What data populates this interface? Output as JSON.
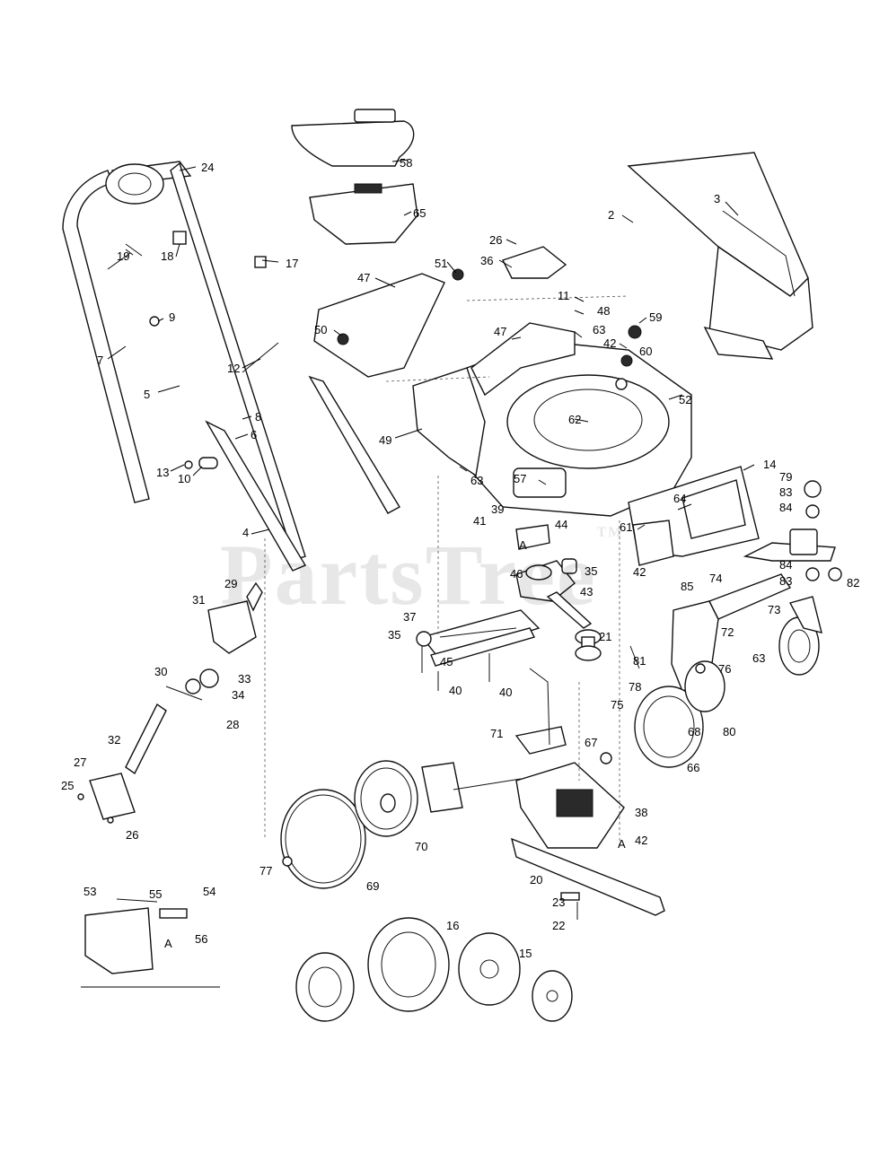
{
  "watermark": {
    "text": "PartsTree",
    "mark": "TM"
  },
  "callouts": [
    {
      "id": "c2",
      "text": "2"
    },
    {
      "id": "c3",
      "text": "3"
    },
    {
      "id": "c4",
      "text": "4"
    },
    {
      "id": "c5",
      "text": "5"
    },
    {
      "id": "c6",
      "text": "6"
    },
    {
      "id": "c7",
      "text": "7"
    },
    {
      "id": "c8",
      "text": "8"
    },
    {
      "id": "c9",
      "text": "9"
    },
    {
      "id": "c10",
      "text": "10"
    },
    {
      "id": "c11",
      "text": "11"
    },
    {
      "id": "c12",
      "text": "12"
    },
    {
      "id": "c13",
      "text": "13"
    },
    {
      "id": "c14",
      "text": "14"
    },
    {
      "id": "c15",
      "text": "15"
    },
    {
      "id": "c16",
      "text": "16"
    },
    {
      "id": "c17",
      "text": "17"
    },
    {
      "id": "c18",
      "text": "18"
    },
    {
      "id": "c19",
      "text": "19"
    },
    {
      "id": "c20",
      "text": "20"
    },
    {
      "id": "c21",
      "text": "21"
    },
    {
      "id": "c22",
      "text": "22"
    },
    {
      "id": "c23",
      "text": "23"
    },
    {
      "id": "c24",
      "text": "24"
    },
    {
      "id": "c25",
      "text": "25"
    },
    {
      "id": "c26a",
      "text": "26"
    },
    {
      "id": "c26b",
      "text": "26"
    },
    {
      "id": "c27",
      "text": "27"
    },
    {
      "id": "c28",
      "text": "28"
    },
    {
      "id": "c29",
      "text": "29"
    },
    {
      "id": "c30",
      "text": "30"
    },
    {
      "id": "c31",
      "text": "31"
    },
    {
      "id": "c32",
      "text": "32"
    },
    {
      "id": "c33",
      "text": "33"
    },
    {
      "id": "c34",
      "text": "34"
    },
    {
      "id": "c35a",
      "text": "35"
    },
    {
      "id": "c35b",
      "text": "35"
    },
    {
      "id": "c36",
      "text": "36"
    },
    {
      "id": "c37",
      "text": "37"
    },
    {
      "id": "c38",
      "text": "38"
    },
    {
      "id": "c39",
      "text": "39"
    },
    {
      "id": "c40a",
      "text": "40"
    },
    {
      "id": "c40b",
      "text": "40"
    },
    {
      "id": "c41",
      "text": "41"
    },
    {
      "id": "c42a",
      "text": "42"
    },
    {
      "id": "c42b",
      "text": "42"
    },
    {
      "id": "c42c",
      "text": "42"
    },
    {
      "id": "c43",
      "text": "43"
    },
    {
      "id": "c44",
      "text": "44"
    },
    {
      "id": "c45",
      "text": "45"
    },
    {
      "id": "c46",
      "text": "46"
    },
    {
      "id": "c47a",
      "text": "47"
    },
    {
      "id": "c47b",
      "text": "47"
    },
    {
      "id": "c48",
      "text": "48"
    },
    {
      "id": "c49",
      "text": "49"
    },
    {
      "id": "c50",
      "text": "50"
    },
    {
      "id": "c51",
      "text": "51"
    },
    {
      "id": "c52",
      "text": "52"
    },
    {
      "id": "c53",
      "text": "53"
    },
    {
      "id": "c54",
      "text": "54"
    },
    {
      "id": "c55",
      "text": "55"
    },
    {
      "id": "c56",
      "text": "56"
    },
    {
      "id": "c57",
      "text": "57"
    },
    {
      "id": "c58",
      "text": "58"
    },
    {
      "id": "c59",
      "text": "59"
    },
    {
      "id": "c60",
      "text": "60"
    },
    {
      "id": "c61",
      "text": "61"
    },
    {
      "id": "c62",
      "text": "62"
    },
    {
      "id": "c63a",
      "text": "63"
    },
    {
      "id": "c63b",
      "text": "63"
    },
    {
      "id": "c63c",
      "text": "63"
    },
    {
      "id": "c64",
      "text": "64"
    },
    {
      "id": "c65",
      "text": "65"
    },
    {
      "id": "c66",
      "text": "66"
    },
    {
      "id": "c67",
      "text": "67"
    },
    {
      "id": "c68",
      "text": "68"
    },
    {
      "id": "c69",
      "text": "69"
    },
    {
      "id": "c70",
      "text": "70"
    },
    {
      "id": "c71",
      "text": "71"
    },
    {
      "id": "c72",
      "text": "72"
    },
    {
      "id": "c73",
      "text": "73"
    },
    {
      "id": "c74",
      "text": "74"
    },
    {
      "id": "c75",
      "text": "75"
    },
    {
      "id": "c76",
      "text": "76"
    },
    {
      "id": "c77",
      "text": "77"
    },
    {
      "id": "c78",
      "text": "78"
    },
    {
      "id": "c79",
      "text": "79"
    },
    {
      "id": "c80",
      "text": "80"
    },
    {
      "id": "c81",
      "text": "81"
    },
    {
      "id": "c82",
      "text": "82"
    },
    {
      "id": "c83a",
      "text": "83"
    },
    {
      "id": "c83b",
      "text": "83"
    },
    {
      "id": "c84a",
      "text": "84"
    },
    {
      "id": "c84b",
      "text": "84"
    },
    {
      "id": "c85",
      "text": "85"
    }
  ],
  "reference_letters": [
    {
      "id": "ra1",
      "text": "A"
    },
    {
      "id": "ra2",
      "text": "A"
    },
    {
      "id": "ra3",
      "text": "A"
    }
  ]
}
